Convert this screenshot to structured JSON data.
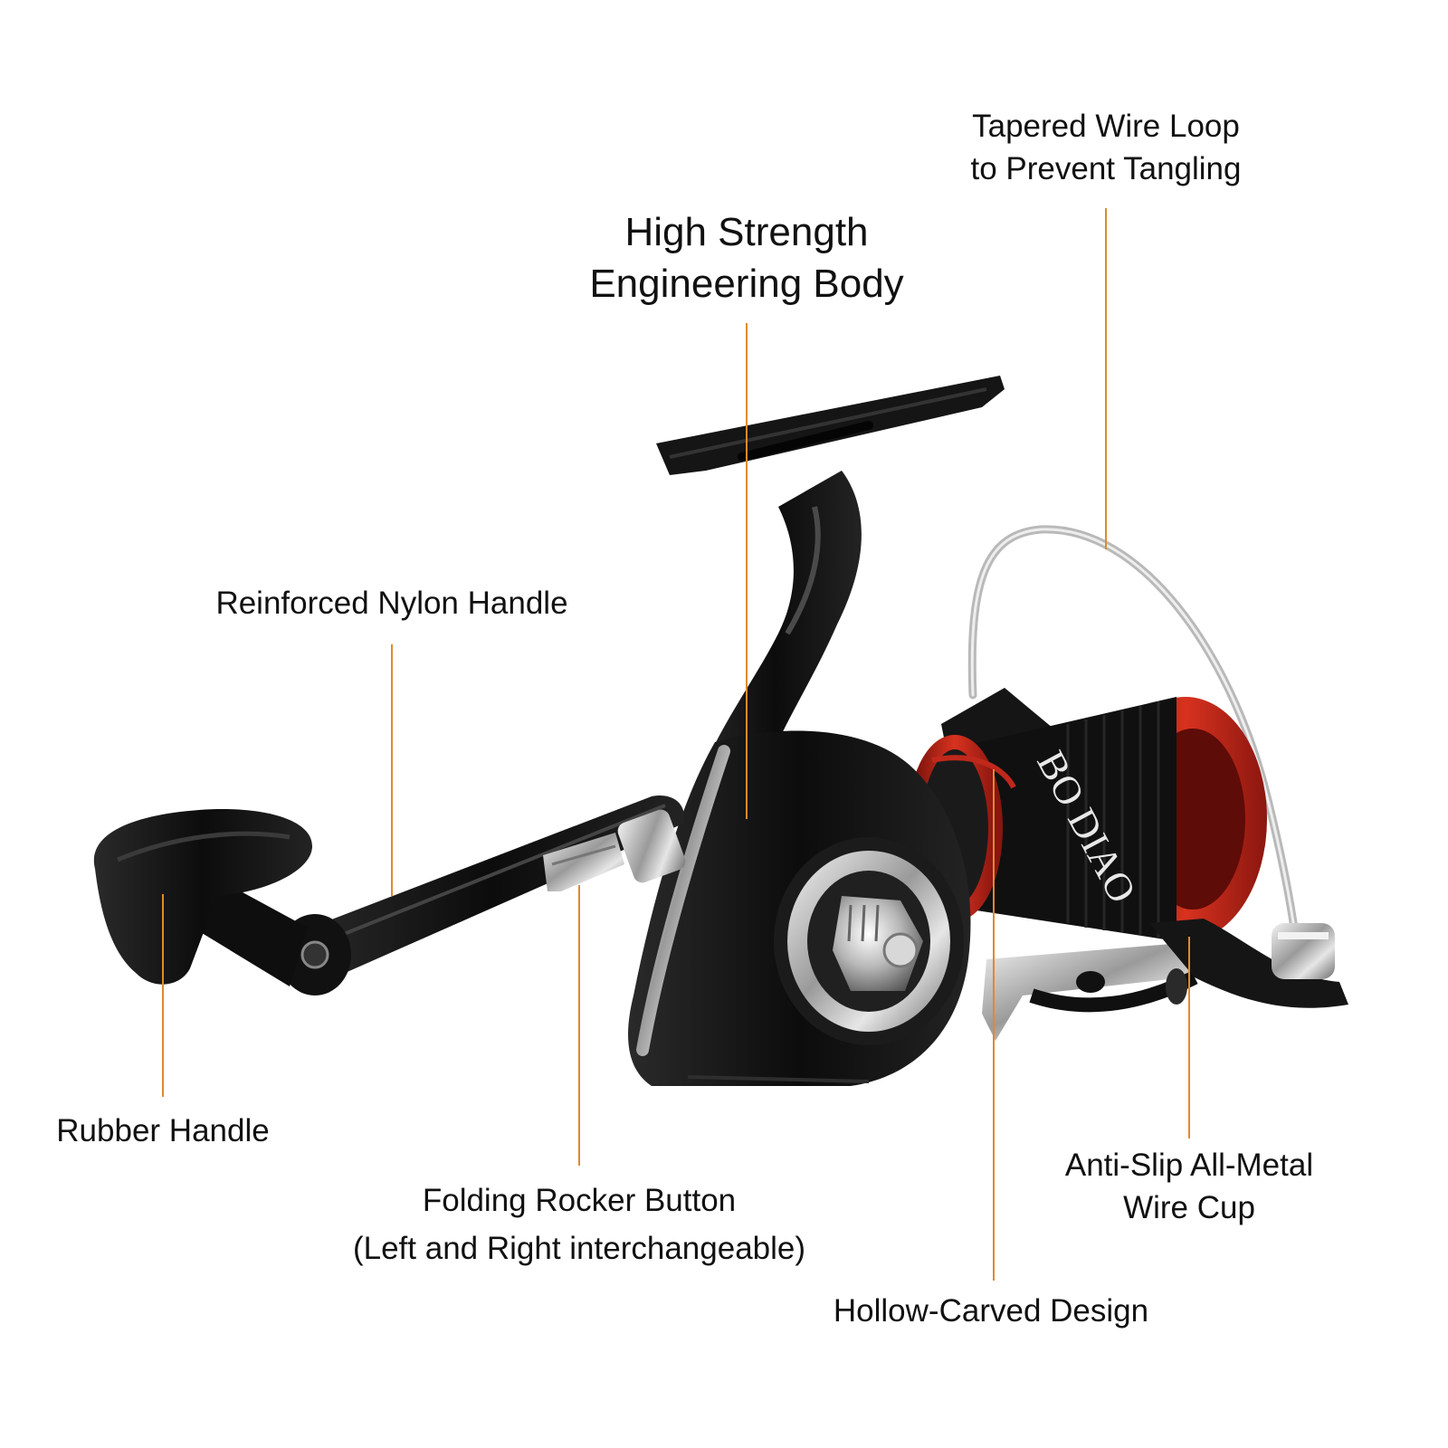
{
  "labels": {
    "wire_loop": {
      "line1": "Tapered Wire Loop",
      "line2": "to Prevent Tangling"
    },
    "body": {
      "line1": "High Strength",
      "line2": "Engineering Body"
    },
    "nylon_handle": {
      "line1": "Reinforced Nylon Handle"
    },
    "rubber_handle": {
      "line1": "Rubber Handle"
    },
    "rocker_button": {
      "line1": "Folding Rocker Button",
      "line2": "(Left and Right interchangeable)"
    },
    "wire_cup": {
      "line1": "Anti-Slip All-Metal",
      "line2": "Wire Cup"
    },
    "hollow_design": {
      "line1": "Hollow-Carved Design"
    }
  },
  "spool_brand": "BO DIAO",
  "colors": {
    "leader_line": "#e0892e",
    "reel_body": "#141414",
    "spool_red": "#c0281c",
    "chrome": "#c8c8c8",
    "text": "#111111"
  }
}
